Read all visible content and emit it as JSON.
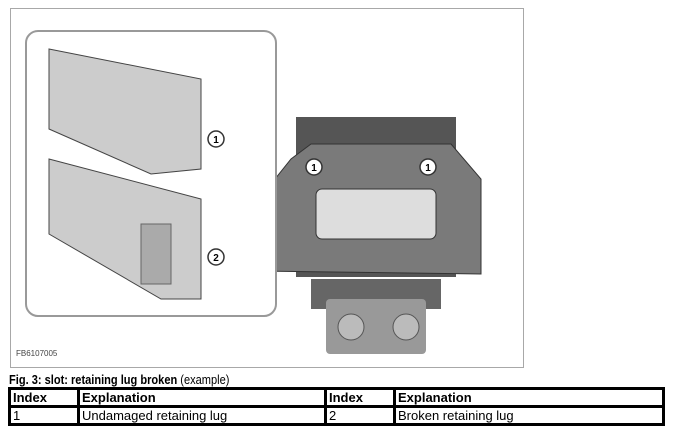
{
  "figure": {
    "id": "FB6107005",
    "callouts": [
      "1",
      "1",
      "1",
      "2"
    ]
  },
  "caption": {
    "bold": "Fig. 3: slot: retaining lug broken",
    "normal": "(example)"
  },
  "table": {
    "headers": [
      "Index",
      "Explanation",
      "Index",
      "Explanation"
    ],
    "rows": [
      [
        "1",
        "Undamaged retaining lug",
        "2",
        "Broken retaining lug"
      ]
    ]
  }
}
